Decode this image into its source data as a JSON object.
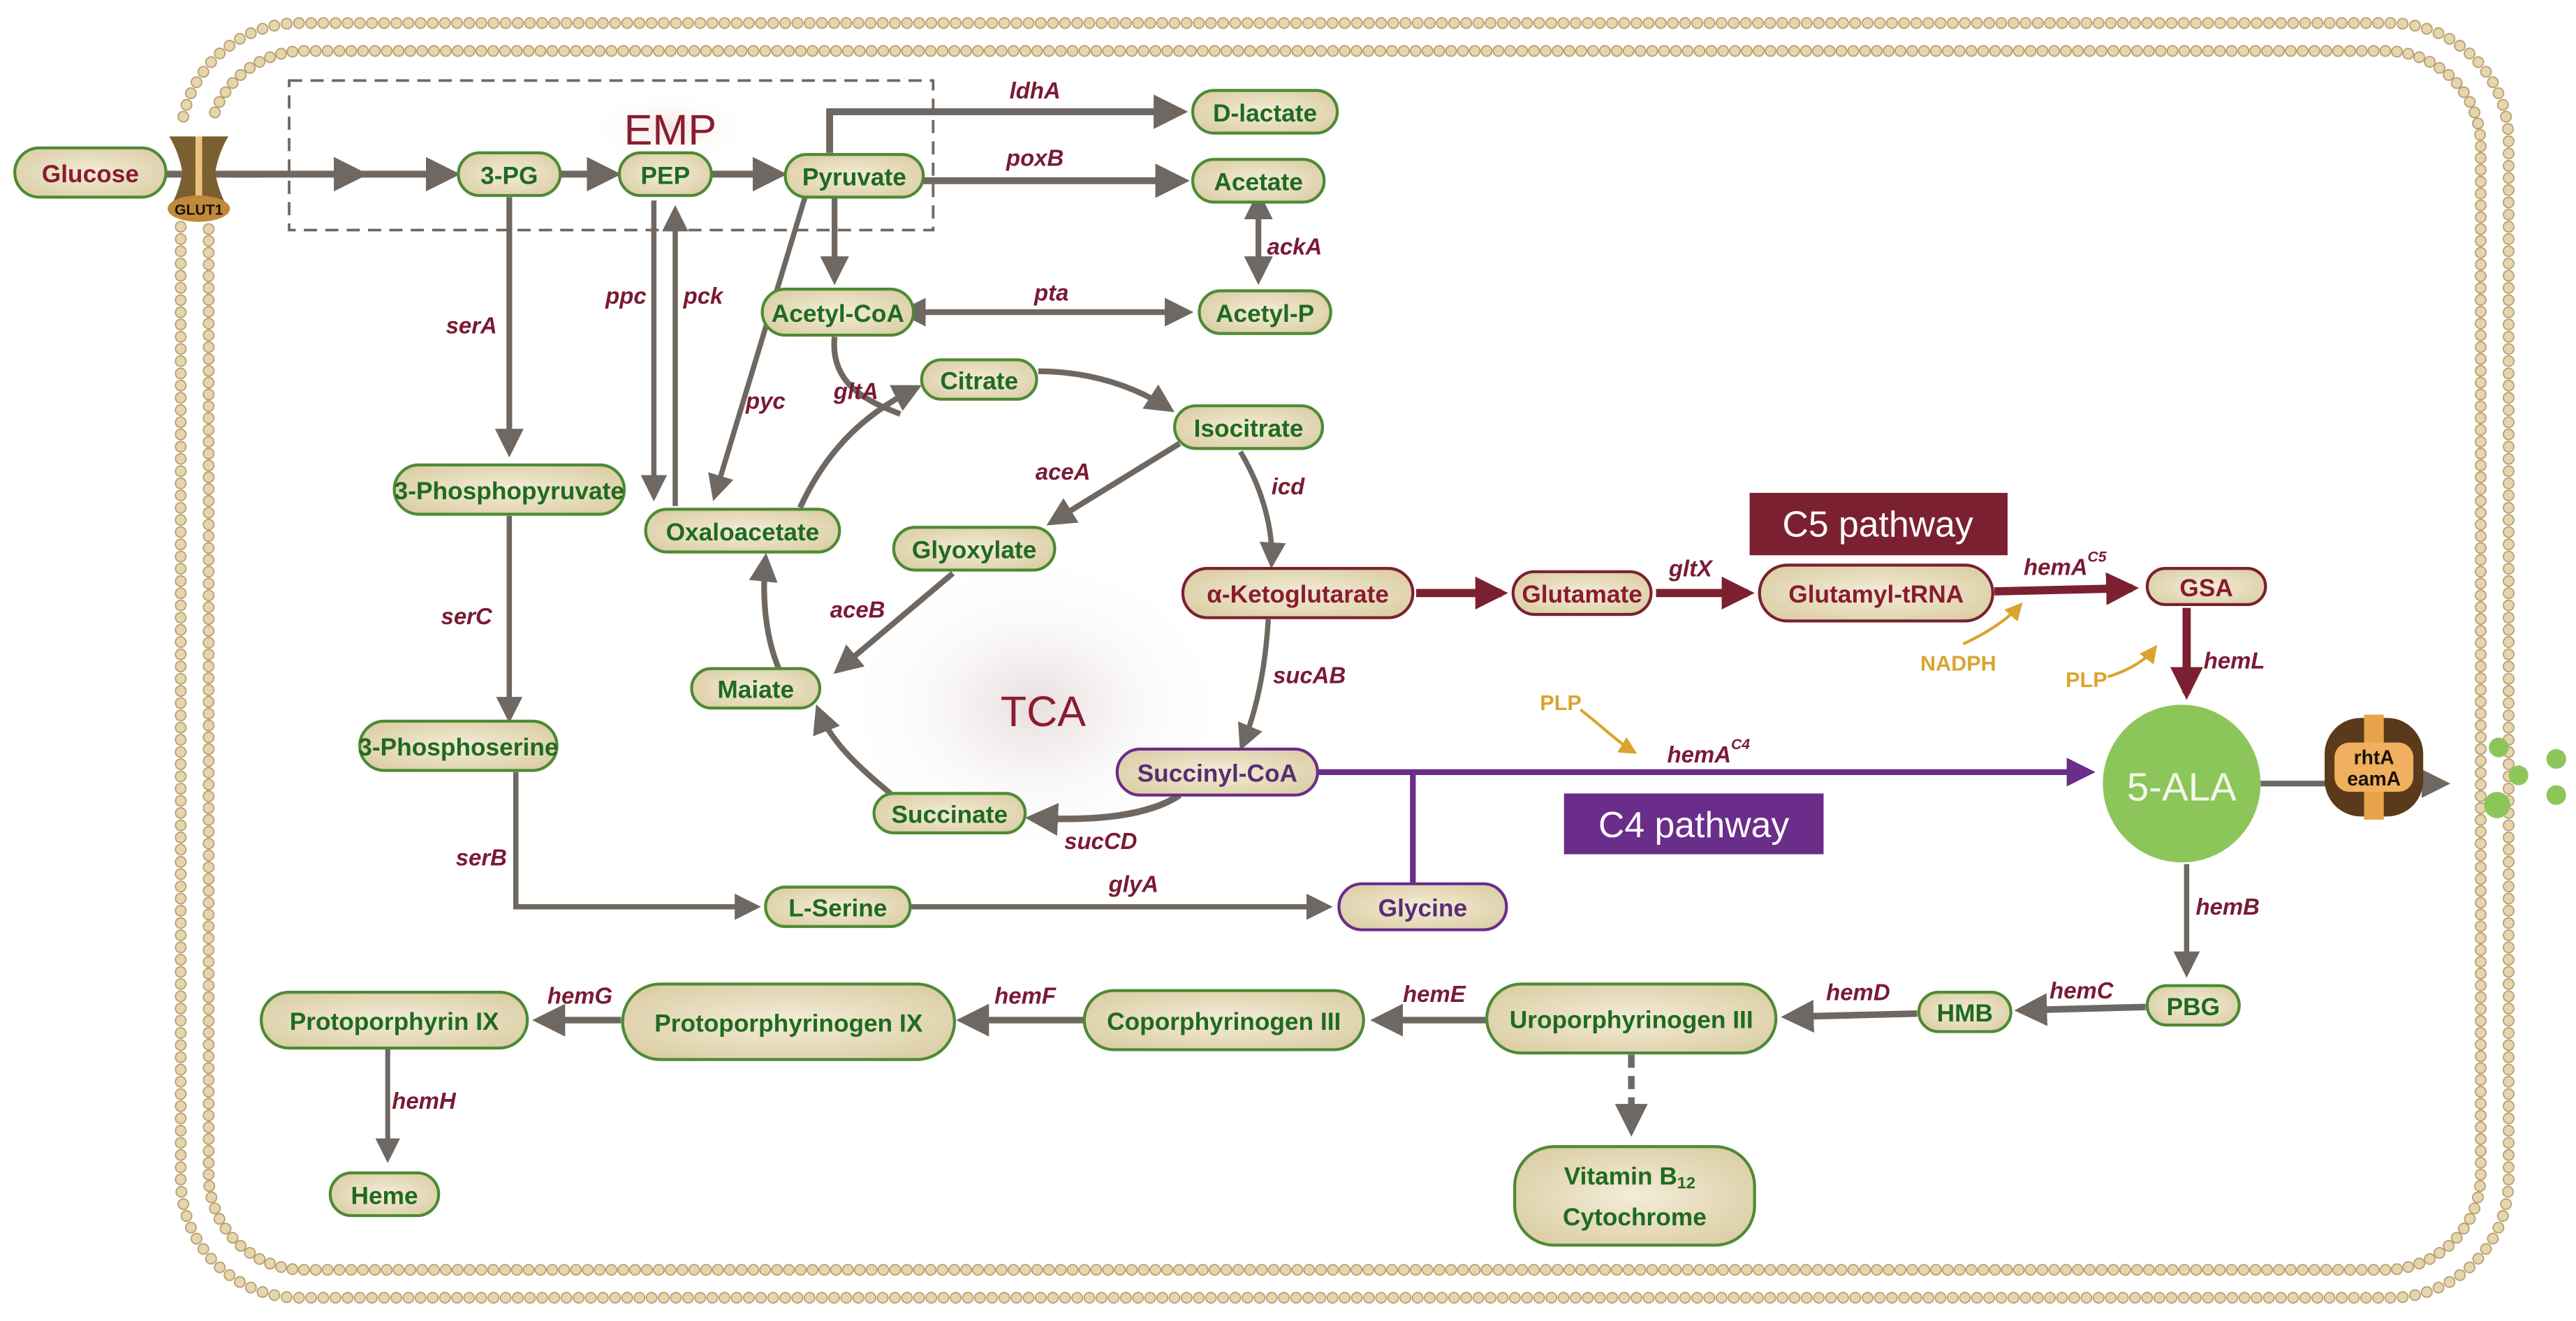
{
  "title": "5-ALA biosynthesis pathways in E. coli (C4 and C5 pathways)",
  "colors": {
    "arrow_gray": "#6f6862",
    "c5_red": "#7b2030",
    "c4_purple": "#6a2d8a",
    "node_green_border": "#4e8a35",
    "node_green_text": "#1f6b1f",
    "node_fill": "#e9dfc2",
    "node_red_text": "#8a1c2e",
    "node_purple_text": "#5a2d73",
    "ala_green": "#8cc65b",
    "cofactor_gold": "#d9a530",
    "membrane": "#d8c49a",
    "transporter_brown": "#5a3a1a",
    "transporter_orange": "#e8a44a"
  },
  "regions": {
    "emp": "EMP",
    "tca": "TCA",
    "c5_pathway": "C5 pathway",
    "c4_pathway": "C4 pathway"
  },
  "transporters": {
    "glut1": "GLUT1",
    "exporter_line1": "rhtA",
    "exporter_line2": "eamA"
  },
  "nodes": {
    "glucose": "Glucose",
    "pg3": "3-PG",
    "pep": "PEP",
    "pyruvate": "Pyruvate",
    "dlactate": "D-lactate",
    "acetate": "Acetate",
    "acetylcoa": "Acetyl-CoA",
    "acetylp": "Acetyl-P",
    "citrate": "Citrate",
    "isocitrate": "Isocitrate",
    "phosphopyruvate": "3-Phosphopyruvate",
    "oxaloacetate": "Oxaloacetate",
    "glyoxylate": "Glyoxylate",
    "akg": "α-Ketoglutarate",
    "glutamate": "Glutamate",
    "glutamyltrna": "Glutamyl-tRNA",
    "gsa": "GSA",
    "malate": "Maiate",
    "phosphoserine": "3-Phosphoserine",
    "succinylcoa": "Succinyl-CoA",
    "ala": "5-ALA",
    "succinate": "Succinate",
    "lserine": "L-Serine",
    "glycine": "Glycine",
    "pbg": "PBG",
    "hmb": "HMB",
    "uro": "Uroporphyrinogen III",
    "copro": "Coporphyrinogen III",
    "protogen": "Protoporphyrinogen IX",
    "proto": "Protoporphyrin IX",
    "heme": "Heme",
    "vitb12_line1": "Vitamin B",
    "vitb12_sub": "12",
    "vitb12_line2": "Cytochrome"
  },
  "enzymes": {
    "ldhA": "ldhA",
    "poxB": "poxB",
    "ackA": "ackA",
    "pta": "pta",
    "ppc": "ppc",
    "pck": "pck",
    "pyc": "pyc",
    "serA": "serA",
    "gltA": "gltA",
    "aceA": "aceA",
    "icd": "icd",
    "serC": "serC",
    "aceB": "aceB",
    "sucAB": "sucAB",
    "gltX": "gltX",
    "hemA_c5": "hemA",
    "hemA_c5_sup": "C5",
    "hemL": "hemL",
    "hemA_c4": "hemA",
    "hemA_c4_sup": "C4",
    "sucCD": "sucCD",
    "serB": "serB",
    "glyA": "glyA",
    "hemB": "hemB",
    "hemC": "hemC",
    "hemD": "hemD",
    "hemE": "hemE",
    "hemF": "hemF",
    "hemG": "hemG",
    "hemH": "hemH"
  },
  "cofactors": {
    "nadph": "NADPH",
    "plp_c5": "PLP",
    "plp_c4": "PLP"
  }
}
